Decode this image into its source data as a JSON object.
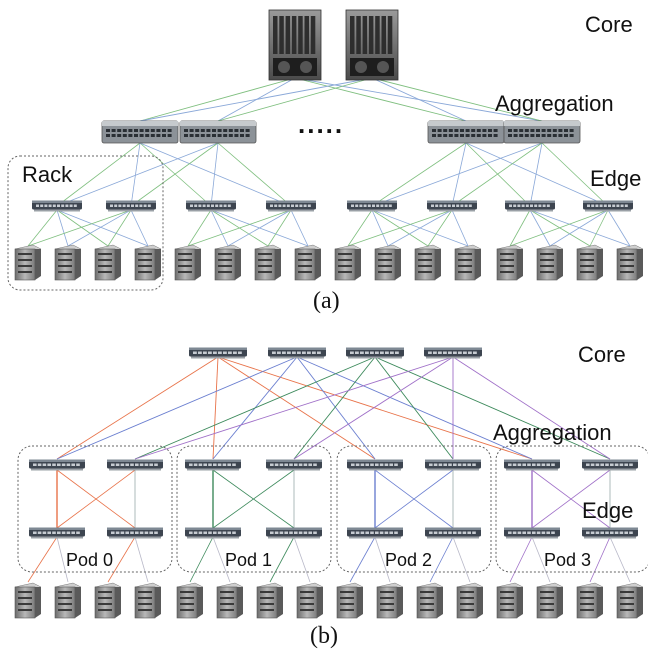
{
  "diagram_a": {
    "labels": {
      "core": "Core",
      "aggregation": "Aggregation",
      "edge": "Edge",
      "rack": "Rack",
      "ellipsis": "....."
    },
    "caption": "(a)"
  },
  "diagram_b": {
    "labels": {
      "core": "Core",
      "aggregation": "Aggregation",
      "edge": "Edge"
    },
    "pods": [
      "Pod 0",
      "Pod 1",
      "Pod 2",
      "Pod 3"
    ],
    "pod_colors": [
      "#e8734a",
      "#3d8a5c",
      "#6b7fd0",
      "#a070c8"
    ],
    "caption": "(b)"
  },
  "colors": {
    "link_a_green": "#7fbf7f",
    "link_a_blue": "#8aa8d8",
    "box_border": "#666666"
  },
  "icons": [
    "core-chassis-icon",
    "switch-icon",
    "server-icon"
  ]
}
